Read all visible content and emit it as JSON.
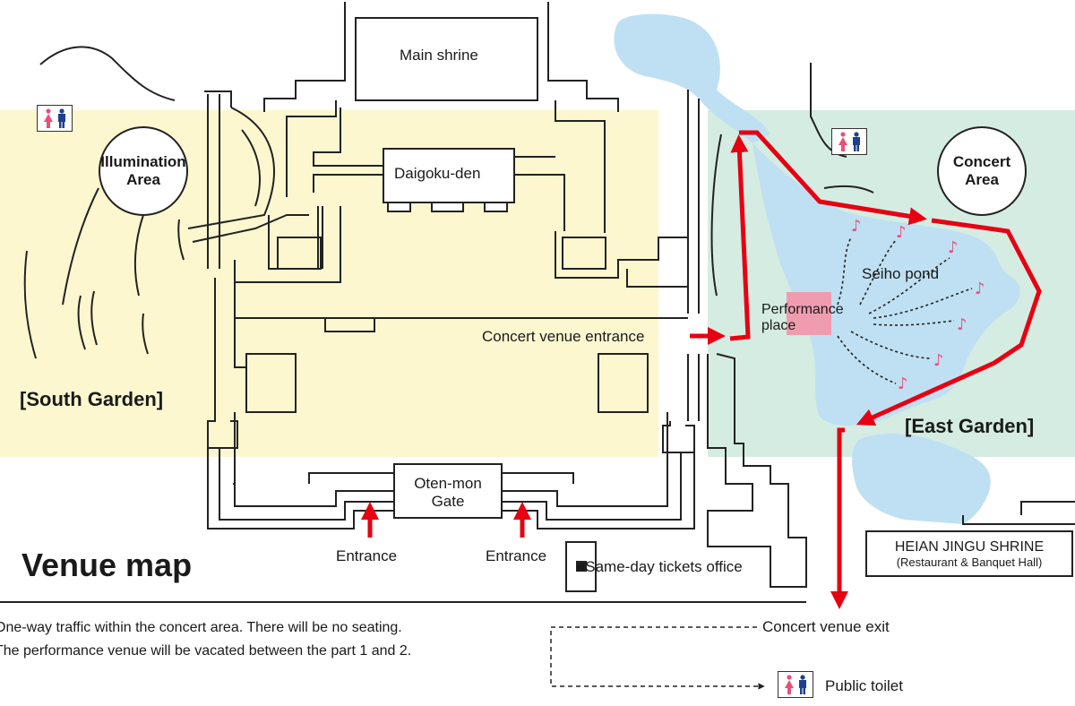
{
  "map": {
    "title": "Venue map",
    "buildings": {
      "main_shrine": "Main shrine",
      "daigoku_den": "Daigoku-den",
      "oten_mon_line1": "Oten-mon",
      "oten_mon_line2": "Gate"
    },
    "areas": {
      "illumination_line1": "Illumination",
      "illumination_line2": "Area",
      "concert_line1": "Concert",
      "concert_line2": "Area",
      "south_garden": "[South Garden]",
      "east_garden": "[East Garden]"
    },
    "pond": "Seiho pond",
    "performance_line1": "Performance",
    "performance_line2": "place",
    "concert_entrance": "Concert venue entrance",
    "entrance_left": "Entrance",
    "entrance_right": "Entrance",
    "tickets_office": "■Same-day tickets office",
    "heian_line1": "HEIAN JINGU SHRINE",
    "heian_line2": "(Restaurant & Banquet Hall)"
  },
  "legend": {
    "note_line1": "One-way traffic within the concert area. There will be no seating.",
    "note_line2": "The performance venue will be vacated between the part 1 and 2.",
    "exit": "Concert venue exit",
    "toilet": "Public toilet"
  },
  "colors": {
    "south_garden_fill": "#fcf7cf",
    "east_garden_fill": "#d4ece1",
    "water": "#bfe0f2",
    "performance_fill": "#ef9cb0",
    "route_red": "#e60012",
    "note_pink": "#e8507a",
    "toilet_female": "#e8507a",
    "toilet_male": "#1f3f8f"
  },
  "icons": [
    "toilet-icon",
    "music-note-icon",
    "route-arrow-icon"
  ]
}
